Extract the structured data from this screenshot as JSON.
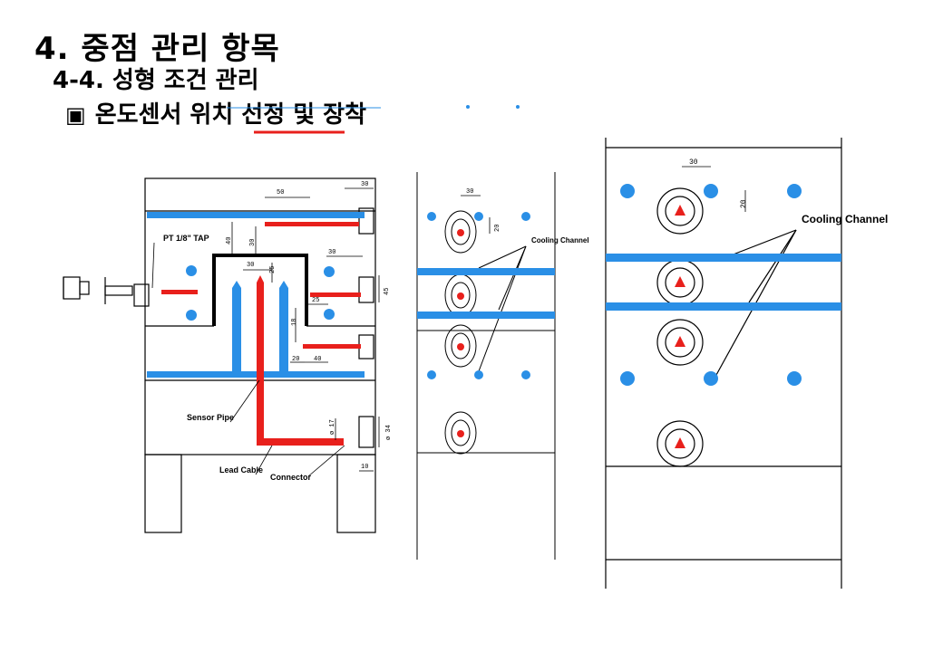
{
  "title": "4. 중점 관리 항목",
  "subtitle": "4-4. 성형 조건 관리",
  "section": {
    "icon": "▣",
    "label": "온도센서 위치 선정 및 장착"
  },
  "labels": {
    "pt_tap": "PT 1/8\" TAP",
    "sensor_pipe": "Sensor Pipe",
    "lead_cable": "Lead Cable",
    "connector": "Connector",
    "cooling_channel_mid": "Cooling Channel",
    "cooling_channel_right": "Cooling Channel"
  },
  "dimensions": {
    "d50": "50",
    "d30_top": "30",
    "d40": "40",
    "d30_v": "30",
    "d30_mid": "30",
    "d25_v": "25",
    "d30_core": "30",
    "d25_h": "25",
    "d45": "45",
    "d18": "18",
    "d20": "20",
    "d40_b": "40",
    "d17": "ø 17",
    "d34": "ø 34",
    "d10": "10",
    "m30": "30",
    "m20": "20",
    "r30": "30",
    "r20": "20"
  },
  "colors": {
    "coolant": "#2a8fe6",
    "sensor": "#e8201c",
    "line": "#000000"
  }
}
